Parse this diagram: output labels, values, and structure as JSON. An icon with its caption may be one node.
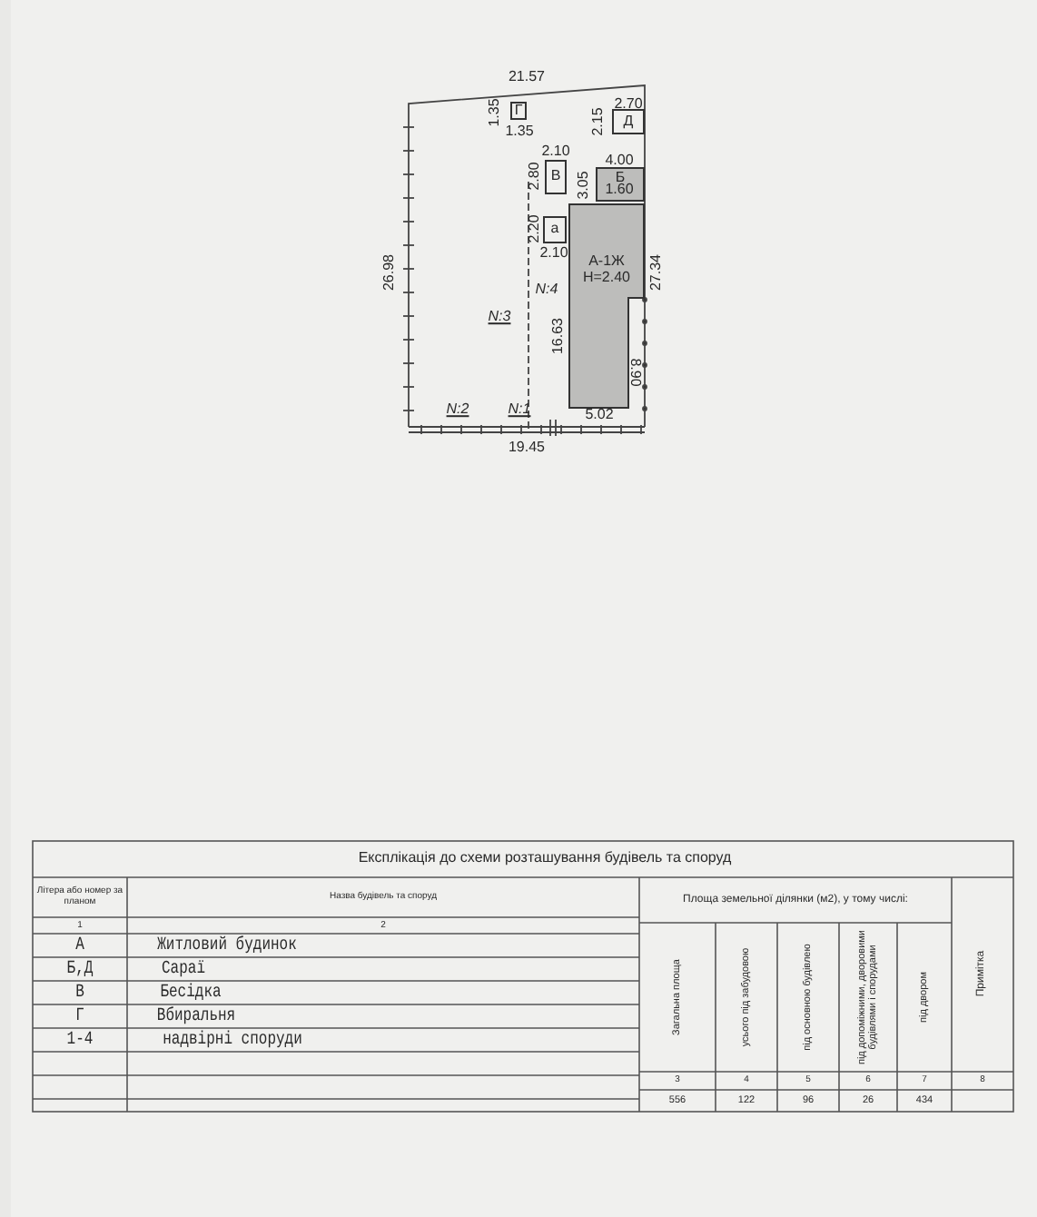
{
  "diagram": {
    "nodes": [
      {
        "text": [
          "Г"
        ]
      },
      {
        "text": [
          "Д"
        ]
      },
      {
        "text": [
          "В"
        ]
      },
      {
        "text": [
          "Б"
        ]
      },
      {
        "text": [
          "а"
        ]
      },
      {
        "text": [
          "А-1Ж",
          "Н=2.40"
        ]
      }
    ],
    "labels": [
      "21.57",
      "1.35",
      "1.35",
      "2.70",
      "2.15",
      "2.10",
      "2.80",
      "4.00",
      "3.05",
      "1.60",
      "2.20",
      "2.10",
      "26.98",
      "27.34",
      "N:4",
      "N:3",
      "16.63",
      "8.90",
      "N:2",
      "N:1",
      "5.02",
      "19.45",
      "Експлікація до схеми розташування будівель та споруд",
      "Літера або номер за планом",
      "Назва будівель та споруд",
      "Площа земельної ділянки (м2), у тому числі:",
      "Загальна площа",
      "усього під забудовою",
      "під основною будівлею",
      "під допоміжними, дворовими будівлями і спорудами",
      "під двором",
      "Примітка",
      "1",
      "2",
      "3",
      "4",
      "5",
      "6",
      "7",
      "8",
      "А",
      "Житловий будинок",
      "Б,Д",
      "Сараї",
      "В",
      "Бесідка",
      "Г",
      "Вбиральня",
      "1-4",
      "надвірні споруди",
      "556",
      "122",
      "96",
      "26",
      "434"
    ]
  }
}
